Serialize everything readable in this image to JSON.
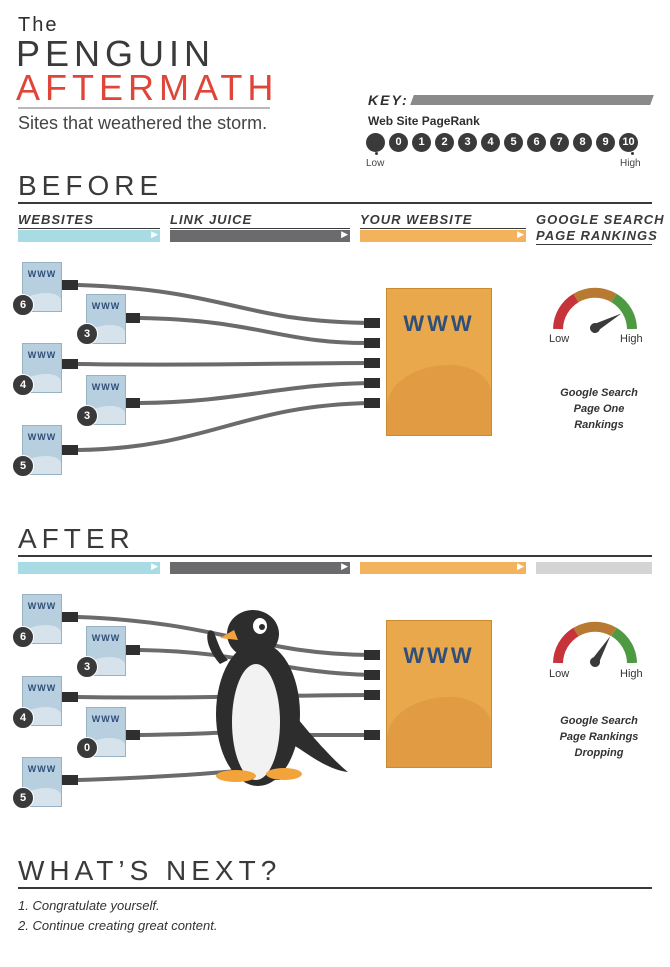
{
  "title": {
    "the": "The",
    "penguin": "PENGUIN",
    "aftermath": "AFTERMATH",
    "subtitle": "Sites that weathered the storm."
  },
  "key": {
    "label": "KEY:",
    "subtitle": "Web Site PageRank",
    "ranks": [
      "",
      "0",
      "1",
      "2",
      "3",
      "4",
      "5",
      "6",
      "7",
      "8",
      "9",
      "10"
    ],
    "low": "Low",
    "high": "High"
  },
  "before": {
    "heading": "BEFORE",
    "columns": {
      "websites": "WEBSITES",
      "link_juice": "LINK JUICE",
      "your_website": "YOUR WEBSITE",
      "google_1": "GOOGLE SEARCH",
      "google_2": "PAGE RANKINGS"
    },
    "sites": [
      {
        "www": "WWW",
        "rank": "6"
      },
      {
        "www": "WWW",
        "rank": "3"
      },
      {
        "www": "WWW",
        "rank": "4"
      },
      {
        "www": "WWW",
        "rank": "3"
      },
      {
        "www": "WWW",
        "rank": "5"
      }
    ],
    "your_site": "WWW",
    "gauge": {
      "low": "Low",
      "high": "High",
      "level": 0.75
    },
    "caption": [
      "Google Search",
      "Page One",
      "Rankings"
    ]
  },
  "after": {
    "heading": "AFTER",
    "sites": [
      {
        "www": "WWW",
        "rank": "6"
      },
      {
        "www": "WWW",
        "rank": "3"
      },
      {
        "www": "WWW",
        "rank": "4"
      },
      {
        "www": "WWW",
        "rank": "0"
      },
      {
        "www": "WWW",
        "rank": "5"
      }
    ],
    "your_site": "WWW",
    "gauge": {
      "low": "Low",
      "high": "High",
      "level": 0.58
    },
    "caption": [
      "Google Search",
      "Page Rankings",
      "Dropping"
    ]
  },
  "next": {
    "heading": "WHAT’S NEXT?",
    "items": [
      "1. Congratulate yourself.",
      "2. Continue creating great content."
    ]
  },
  "colors": {
    "accent_red": "#e0453a",
    "websites_bar": "#a8dbe4",
    "link_juice_bar": "#6b6b6d",
    "your_website_bar": "#f2b35c",
    "google_bar": "#d4d4d4",
    "cable": "#6b6b6d"
  }
}
